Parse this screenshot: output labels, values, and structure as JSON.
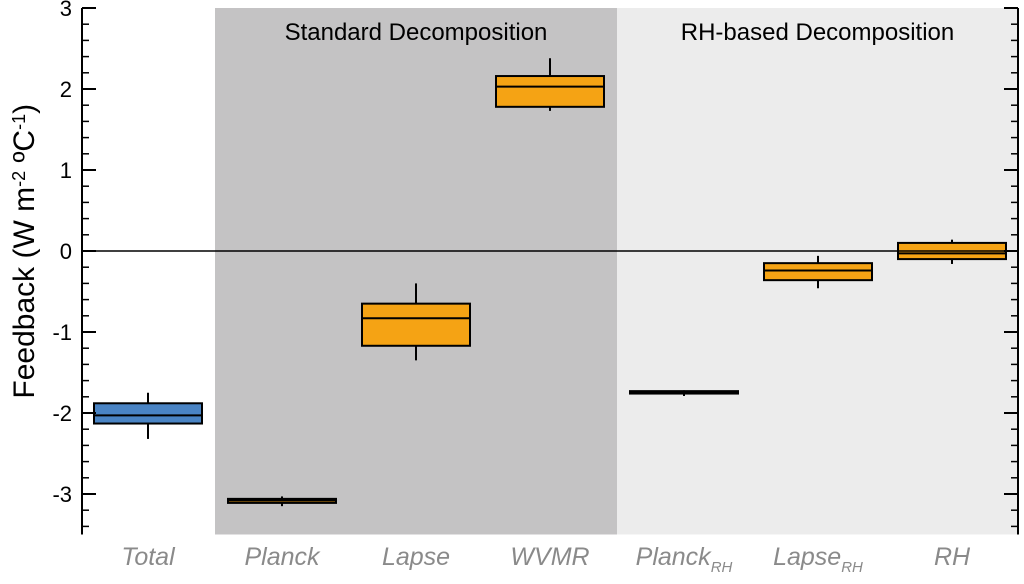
{
  "chart_data": {
    "type": "box",
    "ylabel": {
      "main": "Feedback (W m",
      "sup1": "-2",
      "mid": " ºC",
      "sup2": "-1",
      "end": ")"
    },
    "ylim": [
      -3.5,
      3
    ],
    "yticks": [
      "3",
      "2",
      "1",
      "0",
      "-1",
      "-2",
      "-3"
    ],
    "ytick_values": [
      3,
      2,
      1,
      0,
      -1,
      -2,
      -3
    ],
    "bands": [
      {
        "label": "Standard Decomposition",
        "from_index": 1,
        "to_index": 3,
        "color": "#c4c3c4"
      },
      {
        "label": "RH-based Decomposition",
        "from_index": 4,
        "to_index": 6,
        "color": "#ececec"
      }
    ],
    "categories": [
      {
        "label": "Total",
        "sub": ""
      },
      {
        "label": "Planck",
        "sub": ""
      },
      {
        "label": "Lapse",
        "sub": ""
      },
      {
        "label": "WVMR",
        "sub": ""
      },
      {
        "label": "Planck",
        "sub": "RH"
      },
      {
        "label": "Lapse",
        "sub": "RH"
      },
      {
        "label": "RH",
        "sub": ""
      }
    ],
    "boxes": [
      {
        "whisker_low": -2.32,
        "q1": -2.13,
        "median": -2.03,
        "q3": -1.88,
        "whisker_high": -1.75,
        "color": "#4a84c4"
      },
      {
        "whisker_low": -3.15,
        "q1": -3.11,
        "median": -3.08,
        "q3": -3.06,
        "whisker_high": -3.03,
        "color": "#f5a314"
      },
      {
        "whisker_low": -1.35,
        "q1": -1.17,
        "median": -0.83,
        "q3": -0.65,
        "whisker_high": -0.4,
        "color": "#f5a314"
      },
      {
        "whisker_low": 1.73,
        "q1": 1.78,
        "median": 2.03,
        "q3": 2.16,
        "whisker_high": 2.38,
        "color": "#f5a314"
      },
      {
        "whisker_low": -1.79,
        "q1": -1.76,
        "median": -1.74,
        "q3": -1.73,
        "whisker_high": -1.72,
        "color": "#f5a314"
      },
      {
        "whisker_low": -0.46,
        "q1": -0.36,
        "median": -0.24,
        "q3": -0.15,
        "whisker_high": -0.06,
        "color": "#f5a314"
      },
      {
        "whisker_low": -0.16,
        "q1": -0.1,
        "median": -0.03,
        "q3": 0.1,
        "whisker_high": 0.14,
        "color": "#f5a314"
      }
    ],
    "zero_line": 0,
    "grid": false,
    "legend": "none"
  }
}
